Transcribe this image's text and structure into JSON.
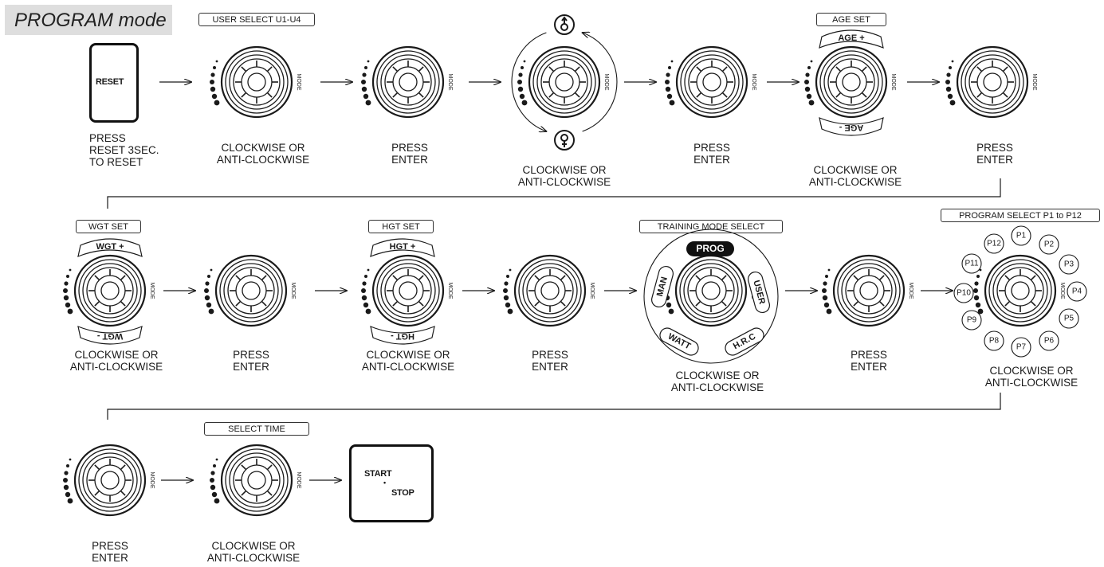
{
  "header": {
    "title": "PROGRAM mode"
  },
  "tags": {
    "user_select": "USER SELECT U1-U4",
    "age_set": "AGE SET",
    "wgt_set": "WGT SET",
    "hgt_set": "HGT SET",
    "training_mode_select": "TRAINING MODE SELECT",
    "program_select": "PROGRAM SELECT P1 to P12",
    "select_time": "SELECT TIME"
  },
  "buttons": {
    "reset": "RESET",
    "start": "START",
    "stop": "STOP"
  },
  "knob": {
    "mode_label": "MODE"
  },
  "pills": {
    "age_plus": "AGE  +",
    "age_minus": "AGE  -",
    "wgt_plus": "WGT  +",
    "wgt_minus": "WGT  -",
    "hgt_plus": "HGT  +",
    "hgt_minus": "HGT  -"
  },
  "training_modes": {
    "prog": "PROG",
    "user": "USER",
    "hrc": "H.R.C",
    "watt": "WATT",
    "man": "MAN"
  },
  "programs": [
    "P1",
    "P2",
    "P3",
    "P4",
    "P5",
    "P6",
    "P7",
    "P8",
    "P9",
    "P10",
    "P11",
    "P12"
  ],
  "captions": {
    "reset": [
      "PRESS",
      "RESET 3SEC.",
      "TO RESET"
    ],
    "rotate": [
      "CLOCKWISE OR",
      "ANTI-CLOCKWISE"
    ],
    "enter": [
      "PRESS",
      "ENTER"
    ]
  },
  "colors": {
    "ink": "#1a1a1a",
    "title_bg": "#dedede",
    "pill_dark": "#111111"
  }
}
